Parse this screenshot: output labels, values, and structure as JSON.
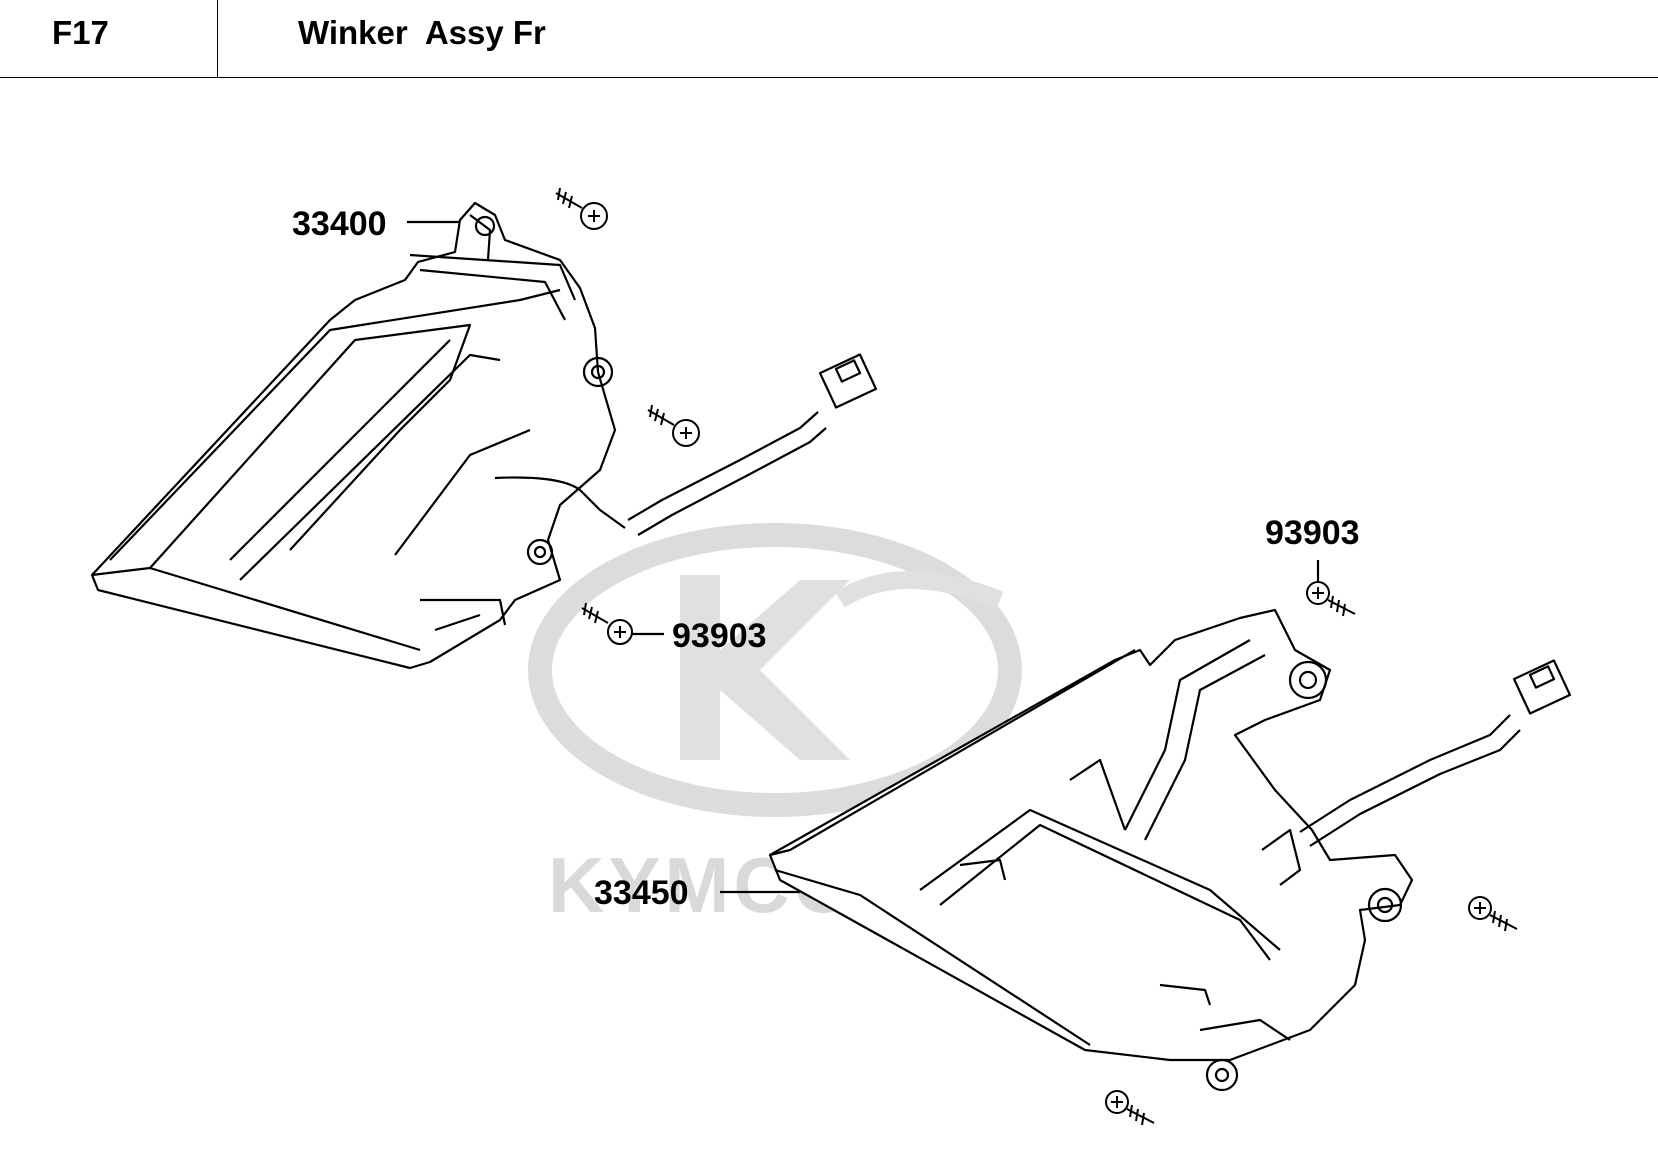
{
  "header": {
    "code": "F17",
    "title": "Winker  Assy Fr"
  },
  "watermark": {
    "text": "KYMCO",
    "color": "#d9d9d9"
  },
  "parts": {
    "winker_left": "33400",
    "winker_right": "33450",
    "screw_left": "93903",
    "screw_right": "93903"
  },
  "colors": {
    "line": "#000000",
    "watermark": "#d9d9d9"
  }
}
